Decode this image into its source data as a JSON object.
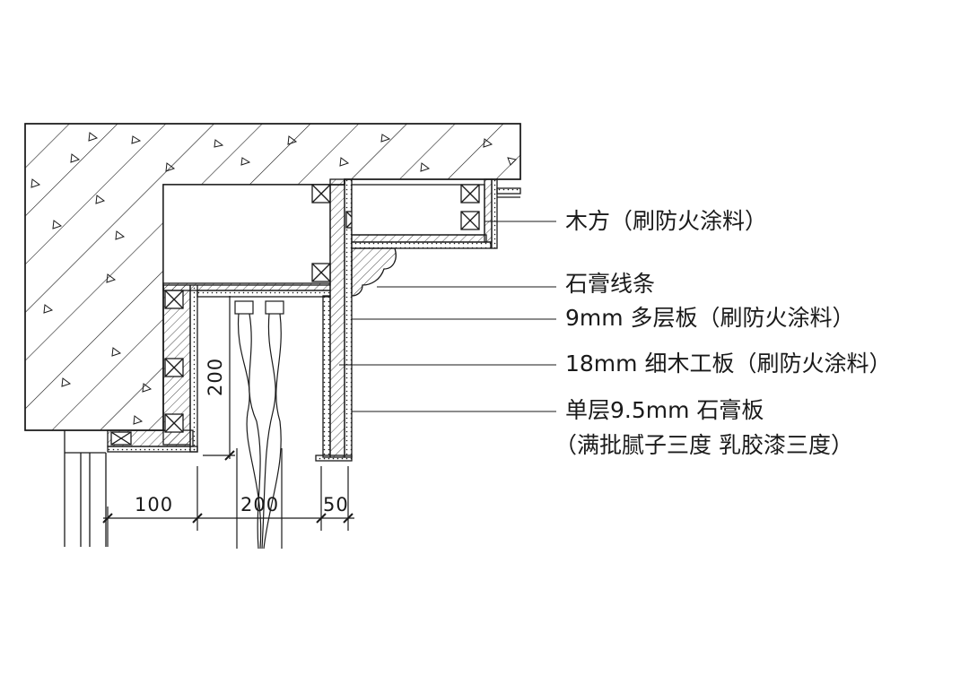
{
  "annotations": {
    "wood_batten": "木方（刷防火涂料）",
    "gypsum_molding": "石膏线条",
    "plywood_9mm": "9mm 多层板（刷防火涂料）",
    "blockboard_18mm": "18mm 细木工板（刷防火涂料）",
    "gypsum_board": "单层9.5mm 石膏板",
    "finish_note": "（满批腻子三度  乳胶漆三度）"
  },
  "dimensions": {
    "horizontal_1": "100",
    "horizontal_2": "200",
    "horizontal_3": "50",
    "vertical_1": "200"
  },
  "colors": {
    "line": "#1a1a1a",
    "background": "#ffffff"
  }
}
